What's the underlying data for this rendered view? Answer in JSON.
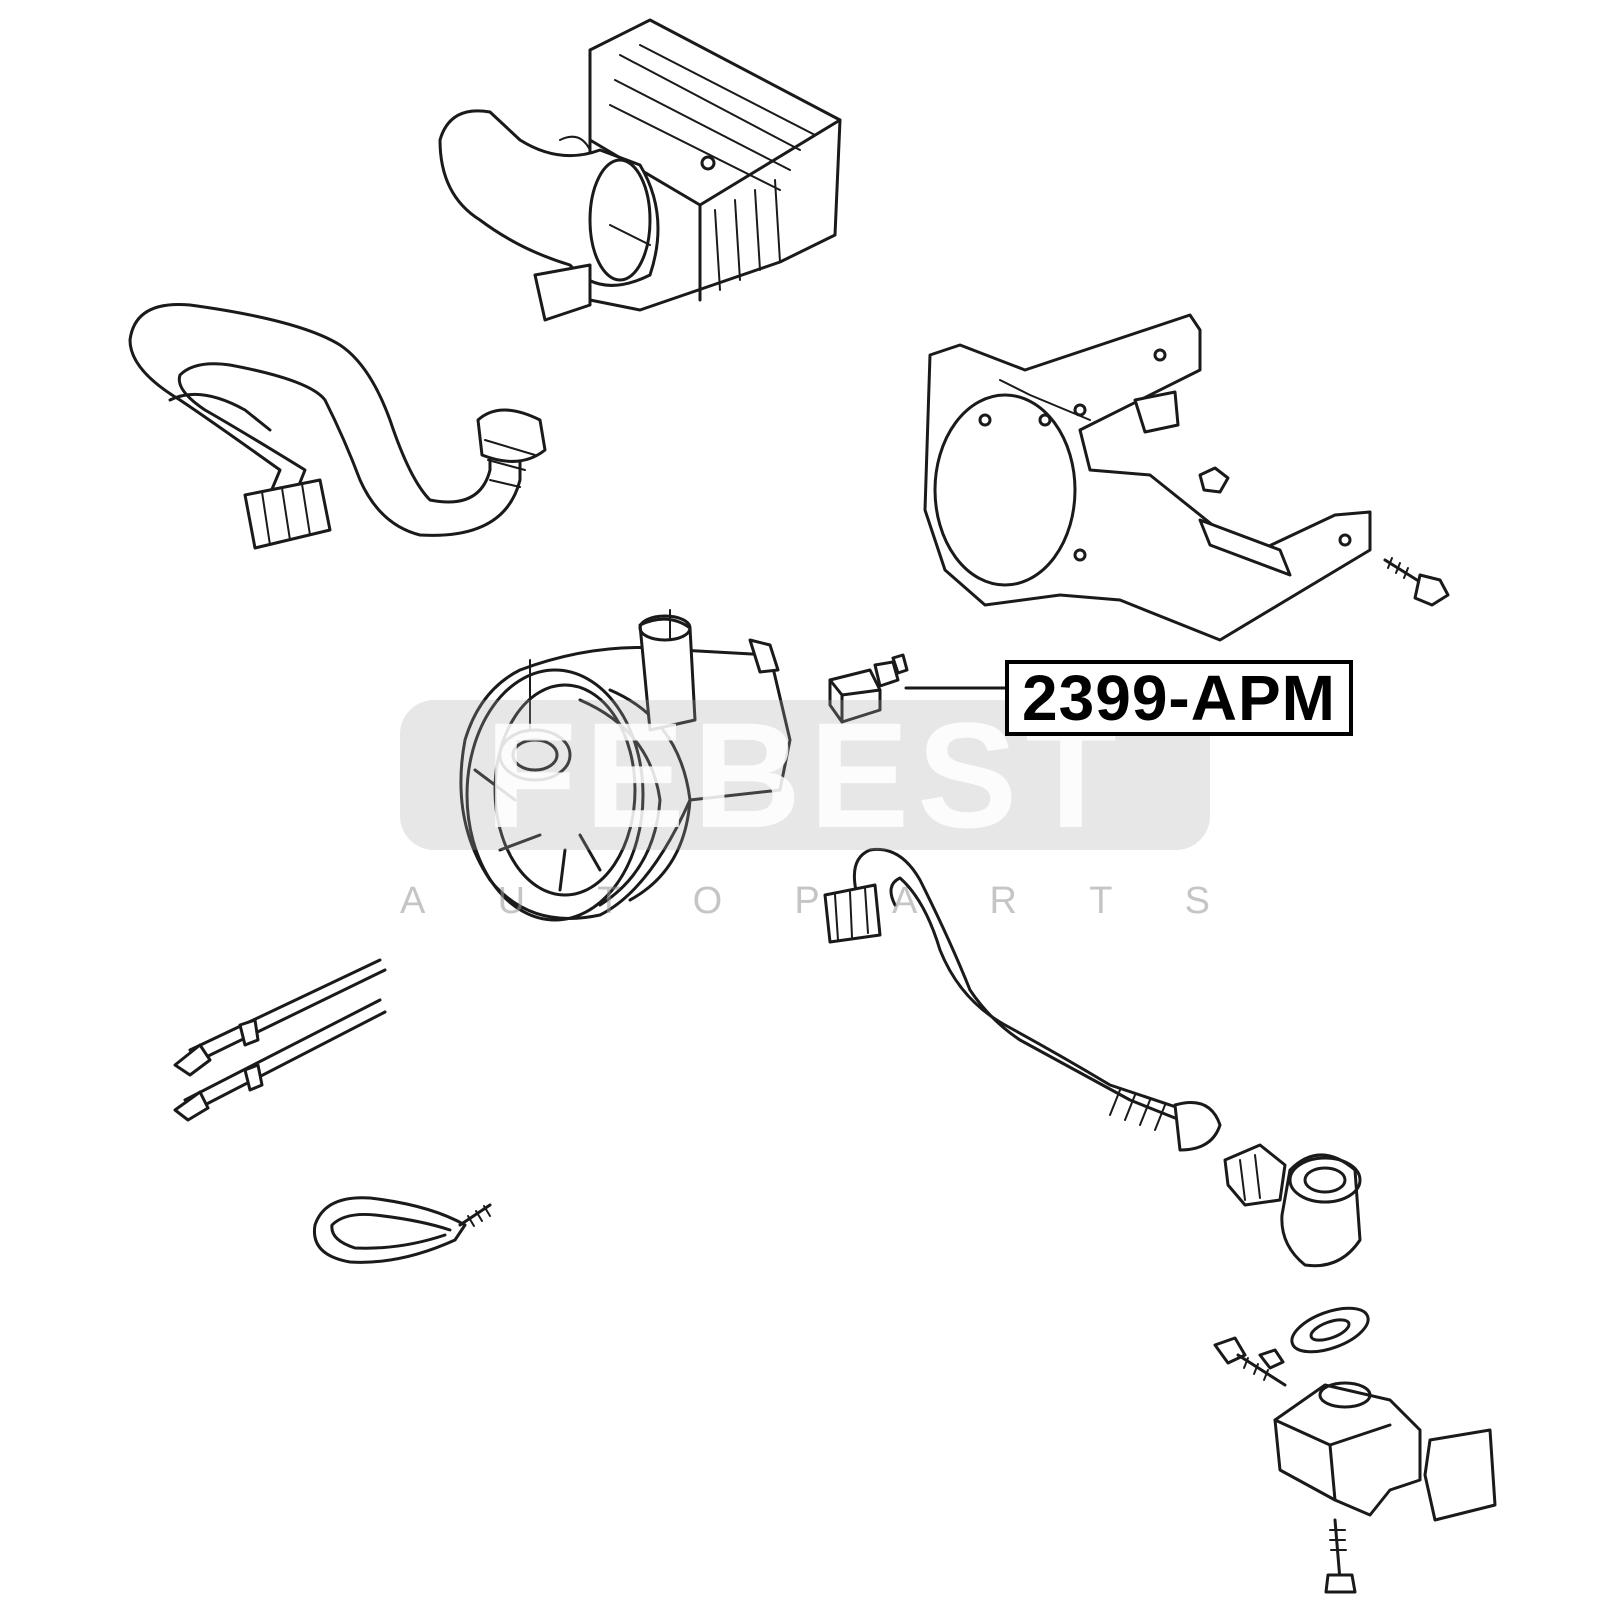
{
  "callout": {
    "part_number": "2399-APM"
  },
  "watermark": {
    "logo": "FEBEST",
    "tagline_letters": [
      "A",
      "U",
      "T",
      "O",
      "P",
      "A",
      "R",
      "T",
      "S"
    ]
  },
  "colors": {
    "line": "#1a1a1a",
    "callout_border": "#000000",
    "watermark": "#aaaaaa"
  }
}
